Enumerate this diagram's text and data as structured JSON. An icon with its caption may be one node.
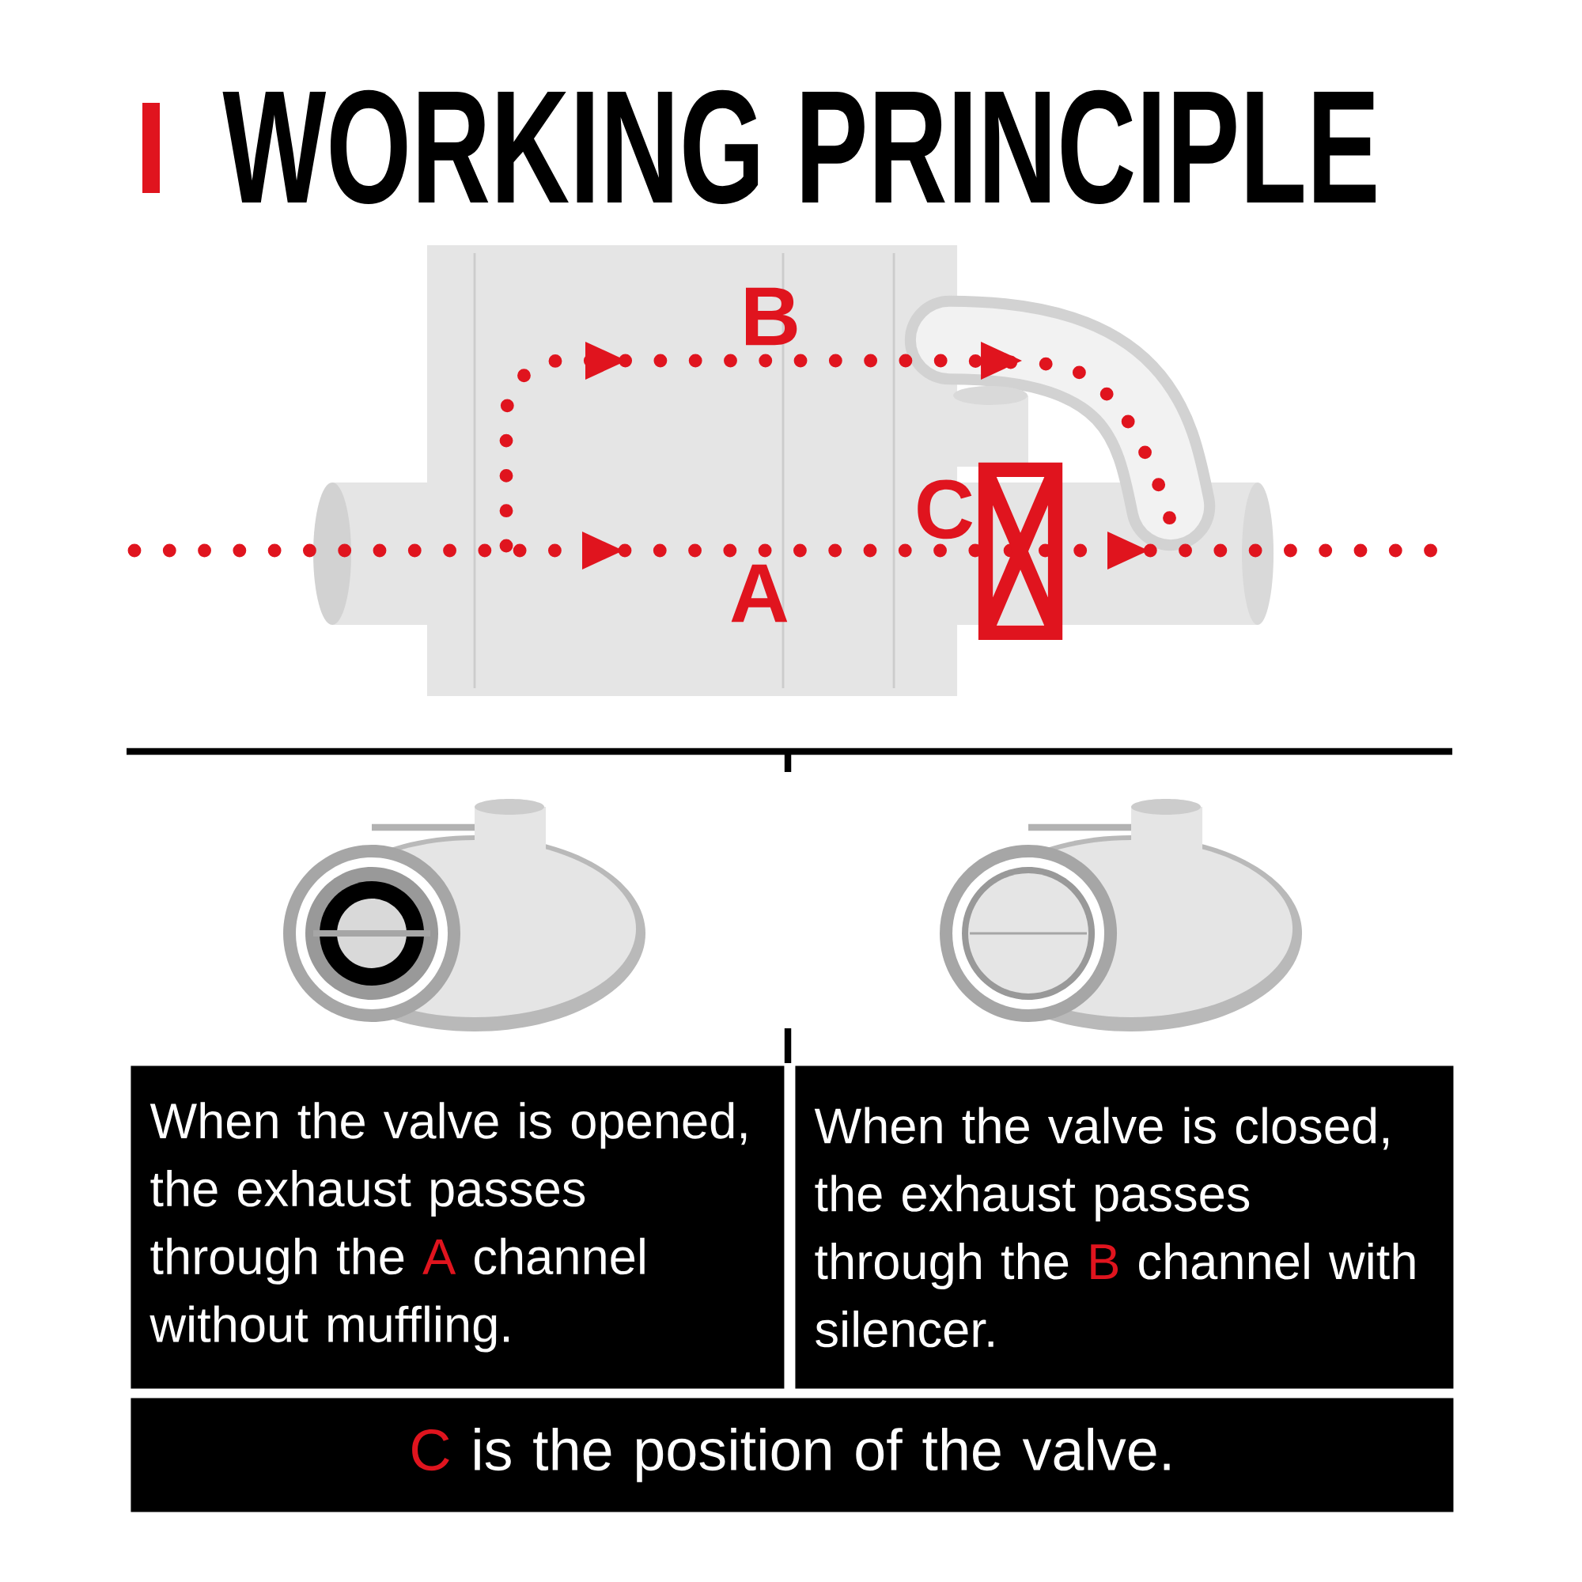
{
  "diagram": {
    "title": "WORKING PRINCIPLE",
    "nodes": [
      {
        "text": [
          "When the valve is opened, the exhaust passes through the **A** channel without muffling."
        ]
      },
      {
        "text": [
          "When the valve is closed, the exhaust passes through the **B** channel with silencer."
        ]
      },
      {
        "text": [
          "**C** is the position of the valve."
        ]
      }
    ],
    "labels": [
      "B",
      "C",
      "A"
    ]
  }
}
